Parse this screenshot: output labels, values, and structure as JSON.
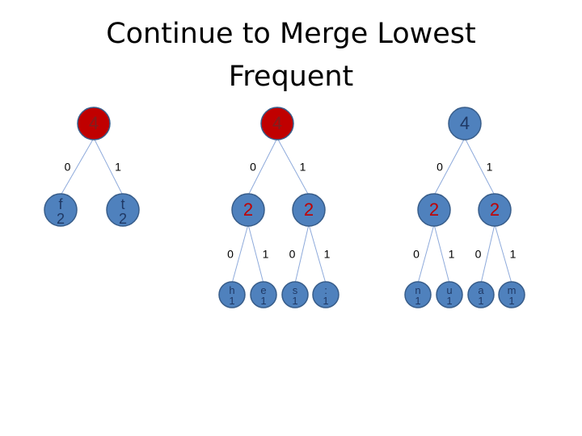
{
  "title_line1": "Continue to Merge Lowest",
  "title_line2": "Frequent",
  "colors": {
    "root_red": "#c00000",
    "node_blue": "#4f81bd",
    "node_outline": "#385d8a",
    "edge": "#8eaadb",
    "node_text_dark": "#1f3864"
  },
  "trees": [
    {
      "id": "tree1",
      "nodes": [
        {
          "id": "t1-root",
          "line1": "4",
          "line2": "",
          "kind": "internal-red"
        },
        {
          "id": "t1-f",
          "line1": "f",
          "line2": "2",
          "kind": "leaf"
        },
        {
          "id": "t1-t",
          "line1": "t",
          "line2": "2",
          "kind": "leaf"
        }
      ],
      "edges": [
        {
          "from": "t1-root",
          "to": "t1-f",
          "label": "0"
        },
        {
          "from": "t1-root",
          "to": "t1-t",
          "label": "1"
        }
      ]
    },
    {
      "id": "tree2",
      "nodes": [
        {
          "id": "t2-root",
          "line1": "4",
          "line2": "",
          "kind": "internal-red"
        },
        {
          "id": "t2-a",
          "line1": "2",
          "line2": "",
          "kind": "internal"
        },
        {
          "id": "t2-b",
          "line1": "2",
          "line2": "",
          "kind": "internal"
        },
        {
          "id": "t2-h",
          "line1": "h",
          "line2": "1",
          "kind": "leaf"
        },
        {
          "id": "t2-e",
          "line1": "e",
          "line2": "1",
          "kind": "leaf"
        },
        {
          "id": "t2-s",
          "line1": "s",
          "line2": "1",
          "kind": "leaf"
        },
        {
          "id": "t2-colon",
          "line1": ":",
          "line2": "1",
          "kind": "leaf"
        }
      ],
      "edges": [
        {
          "from": "t2-root",
          "to": "t2-a",
          "label": "0"
        },
        {
          "from": "t2-root",
          "to": "t2-b",
          "label": "1"
        },
        {
          "from": "t2-a",
          "to": "t2-h",
          "label": "0"
        },
        {
          "from": "t2-a",
          "to": "t2-e",
          "label": "1"
        },
        {
          "from": "t2-b",
          "to": "t2-s",
          "label": "0"
        },
        {
          "from": "t2-b",
          "to": "t2-colon",
          "label": "1"
        }
      ]
    },
    {
      "id": "tree3",
      "nodes": [
        {
          "id": "t3-root",
          "line1": "4",
          "line2": "",
          "kind": "internal-blue"
        },
        {
          "id": "t3-a",
          "line1": "2",
          "line2": "",
          "kind": "internal"
        },
        {
          "id": "t3-b",
          "line1": "2",
          "line2": "",
          "kind": "internal"
        },
        {
          "id": "t3-n",
          "line1": "n",
          "line2": "1",
          "kind": "leaf"
        },
        {
          "id": "t3-u",
          "line1": "u",
          "line2": "1",
          "kind": "leaf"
        },
        {
          "id": "t3-a2",
          "line1": "a",
          "line2": "1",
          "kind": "leaf"
        },
        {
          "id": "t3-m",
          "line1": "m",
          "line2": "1",
          "kind": "leaf"
        }
      ],
      "edges": [
        {
          "from": "t3-root",
          "to": "t3-a",
          "label": "0"
        },
        {
          "from": "t3-root",
          "to": "t3-b",
          "label": "1"
        },
        {
          "from": "t3-a",
          "to": "t3-n",
          "label": "0"
        },
        {
          "from": "t3-a",
          "to": "t3-u",
          "label": "1"
        },
        {
          "from": "t3-b",
          "to": "t3-a2",
          "label": "0"
        },
        {
          "from": "t3-b",
          "to": "t3-m",
          "label": "1"
        }
      ]
    }
  ]
}
